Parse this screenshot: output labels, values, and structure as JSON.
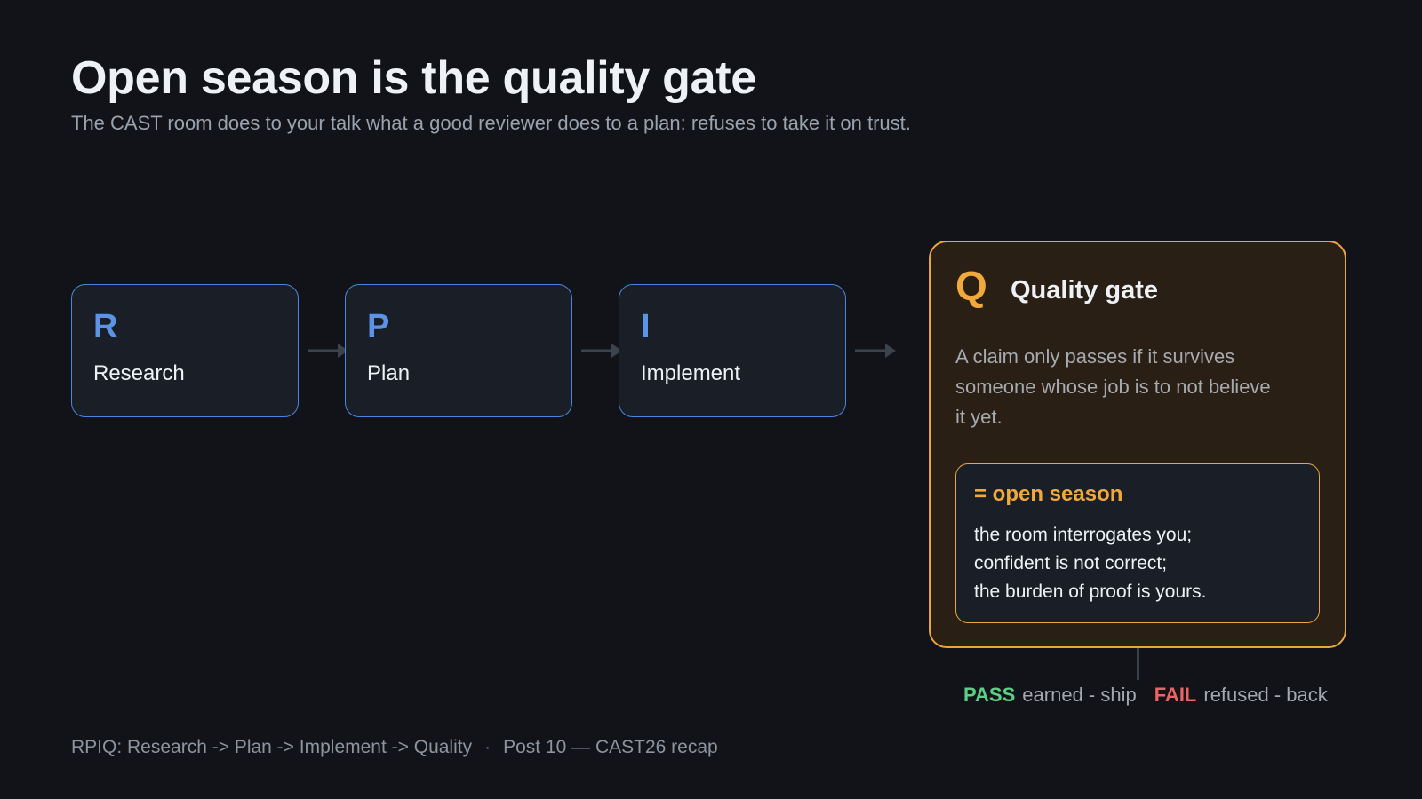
{
  "header": {
    "title": "Open season is the quality gate",
    "subtitle": "The CAST room does to your talk what a good reviewer does to a plan: refuses to take it on trust."
  },
  "stages": [
    {
      "letter": "R",
      "label": "Research"
    },
    {
      "letter": "P",
      "label": "Plan"
    },
    {
      "letter": "I",
      "label": "Implement"
    }
  ],
  "gate": {
    "letter": "Q",
    "title": "Quality gate",
    "description": "A claim only passes if it survives someone whose job is to not believe it yet.",
    "inner": {
      "title": "= open season",
      "lines": [
        "the room interrogates you;",
        "confident is not correct;",
        "the burden of proof is yours."
      ]
    }
  },
  "outcomes": {
    "pass_label": "PASS",
    "pass_desc": "earned - ship",
    "fail_label": "FAIL",
    "fail_desc": "refused - back"
  },
  "footer": {
    "left": "RPIQ: Research -> Plan -> Implement -> Quality",
    "separator": "·",
    "right": "Post 10 — CAST26 recap"
  },
  "colors": {
    "background": "#111318",
    "stage_accent": "#5b93e6",
    "gate_accent": "#f0a93a",
    "pass": "#5ccf86",
    "fail": "#ea6464"
  }
}
